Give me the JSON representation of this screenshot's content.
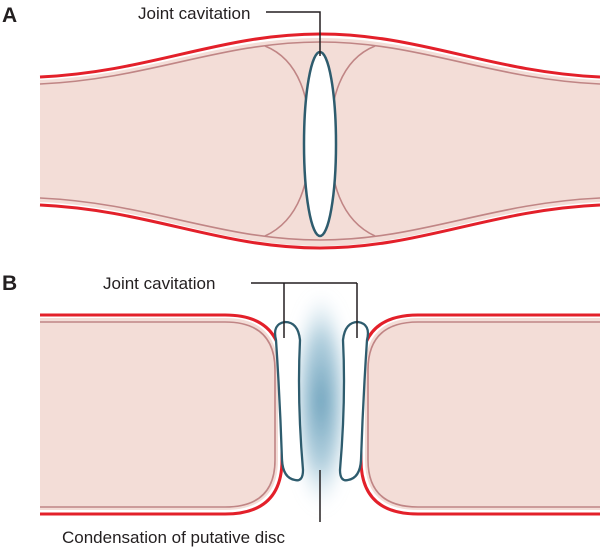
{
  "panel_a": {
    "letter": "A",
    "label": "Joint cavitation"
  },
  "panel_b": {
    "letter": "B",
    "label_top": "Joint cavitation",
    "label_bottom": "Condensation of putative disc"
  },
  "colors": {
    "tissue": "#f3ddd7",
    "outer_line": "#e3202a",
    "inner_line": "#c08585",
    "cavity_outline": "#2e5c6e",
    "disc": "#5d97b4"
  }
}
